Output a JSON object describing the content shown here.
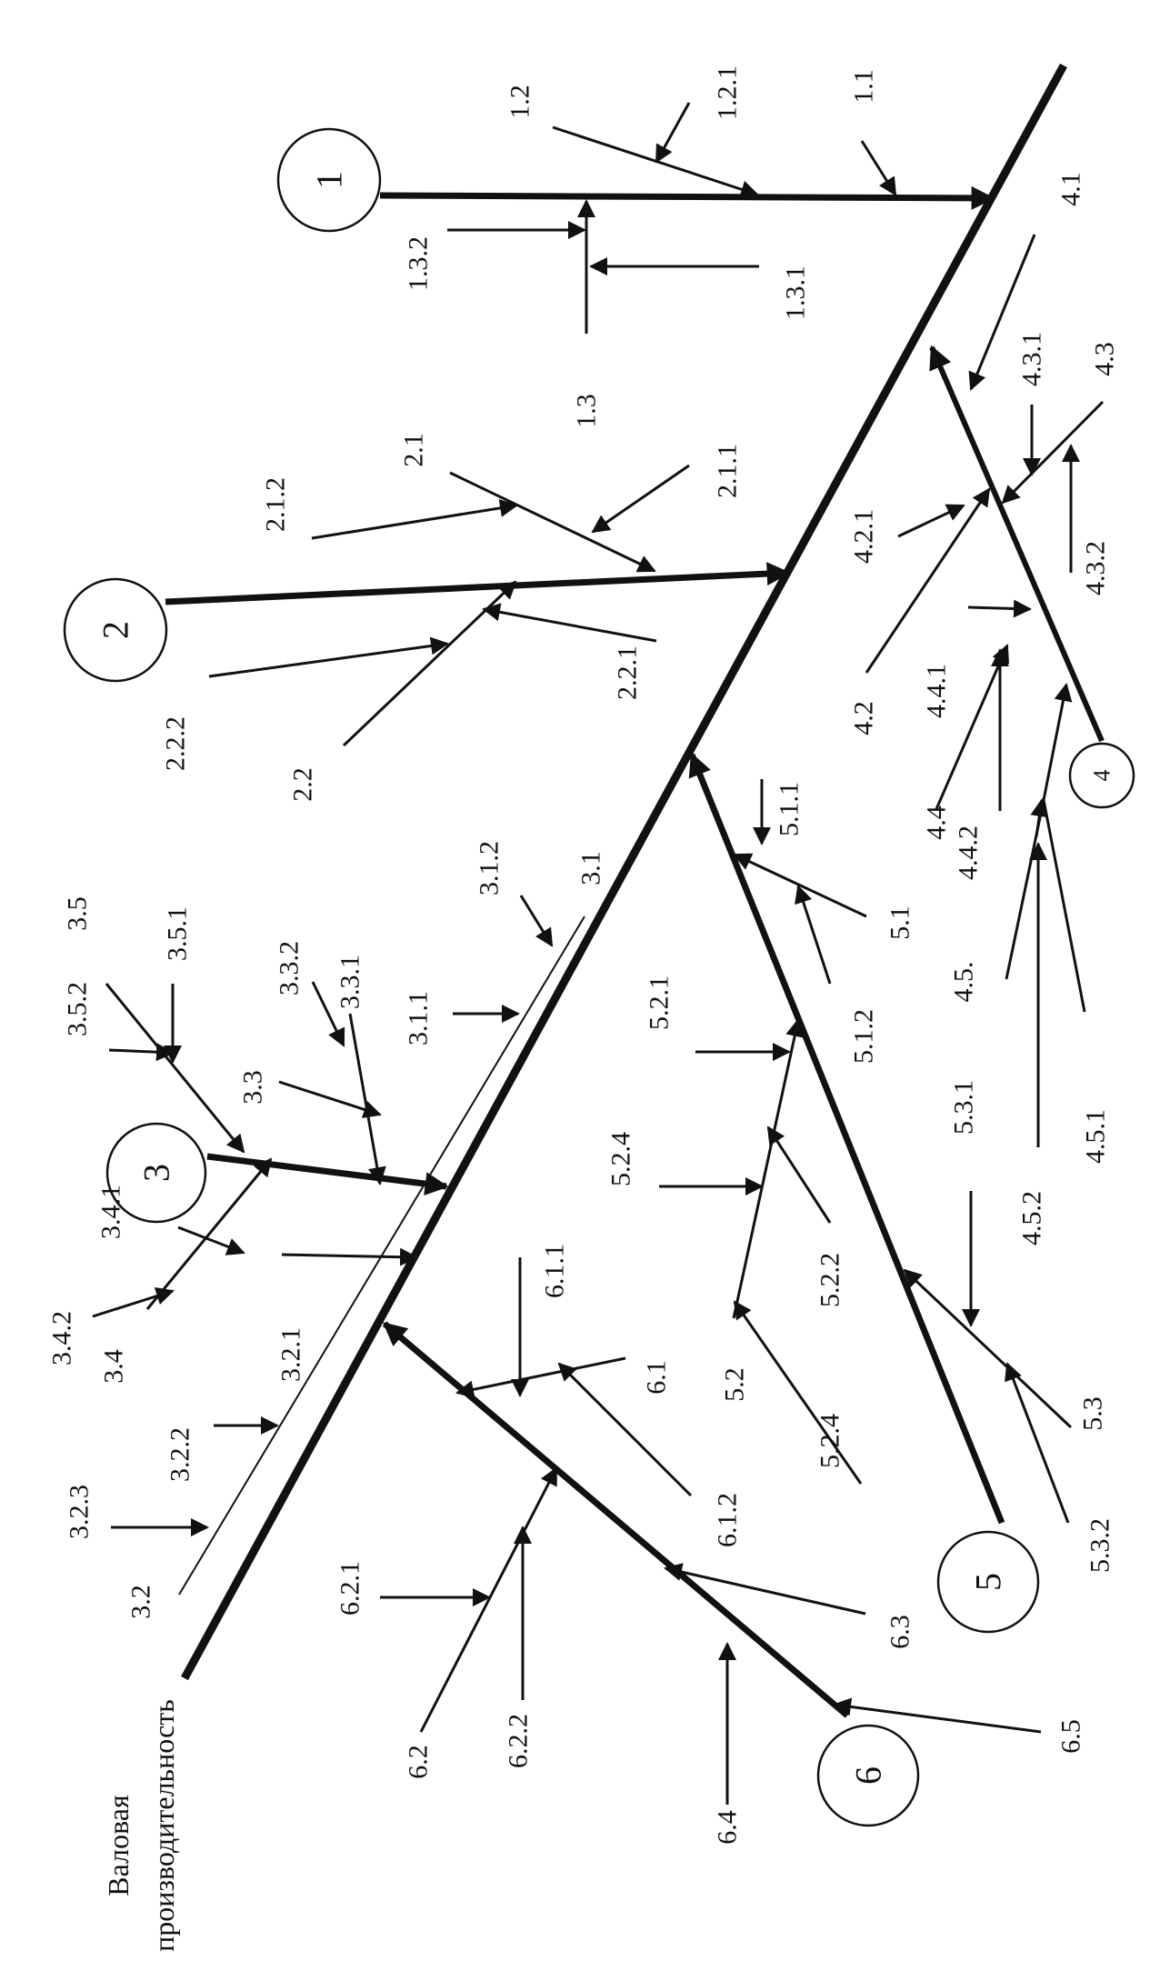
{
  "title": {
    "line1": "Валовая",
    "line2": "производительность"
  },
  "circles": {
    "c1": "1",
    "c2": "2",
    "c3": "3",
    "c4": "4",
    "c5": "5",
    "c6": "6"
  },
  "labels": {
    "l_1_1": "1.1",
    "l_1_2": "1.2",
    "l_1_2_1": "1.2.1",
    "l_1_3": "1.3",
    "l_1_3_1": "1.3.1",
    "l_1_3_2": "1.3.2",
    "l_2_1": "2.1",
    "l_2_1_1": "2.1.1",
    "l_2_1_2": "2.1.2",
    "l_2_2": "2.2",
    "l_2_2_1": "2.2.1",
    "l_2_2_2": "2.2.2",
    "l_3_1": "3.1",
    "l_3_1_1": "3.1.1",
    "l_3_1_2": "3.1.2",
    "l_3_2": "3.2",
    "l_3_2_1": "3.2.1",
    "l_3_2_2": "3.2.2",
    "l_3_2_3": "3.2.3",
    "l_3_3": "3.3",
    "l_3_3_1": "3.3.1",
    "l_3_3_2": "3.3.2",
    "l_3_4": "3.4",
    "l_3_4_1": "3.4.1",
    "l_3_4_2": "3.4.2",
    "l_3_5": "3.5",
    "l_3_5_1": "3.5.1",
    "l_3_5_2": "3.5.2",
    "l_4_1": "4.1",
    "l_4_2": "4.2",
    "l_4_2_1": "4.2.1",
    "l_4_3": "4.3",
    "l_4_3_1": "4.3.1",
    "l_4_3_2": "4.3.2",
    "l_4_4": "4.4",
    "l_4_4_1": "4.4.1",
    "l_4_4_2": "4.4.2",
    "l_4_5": "4.5.",
    "l_4_5_1": "4.5.1",
    "l_4_5_2": "4.5.2",
    "l_5_1": "5.1",
    "l_5_1_1": "5.1.1",
    "l_5_1_2": "5.1.2",
    "l_5_2": "5.2",
    "l_5_2_1": "5.2.1",
    "l_5_2_2": "5.2.2",
    "l_5_2_4a": "5.2.4",
    "l_5_2_4b": "5.2.4",
    "l_5_3": "5.3",
    "l_5_3_1": "5.3.1",
    "l_5_3_2": "5.3.2",
    "l_6_1": "6.1",
    "l_6_1_1": "6.1.1",
    "l_6_1_2": "6.1.2",
    "l_6_2": "6.2",
    "l_6_2_1": "6.2.1",
    "l_6_2_2": "6.2.2",
    "l_6_3": "6.3",
    "l_6_4": "6.4",
    "l_6_5": "6.5"
  },
  "colors": {
    "ink": "#111111",
    "background": "#ffffff"
  }
}
